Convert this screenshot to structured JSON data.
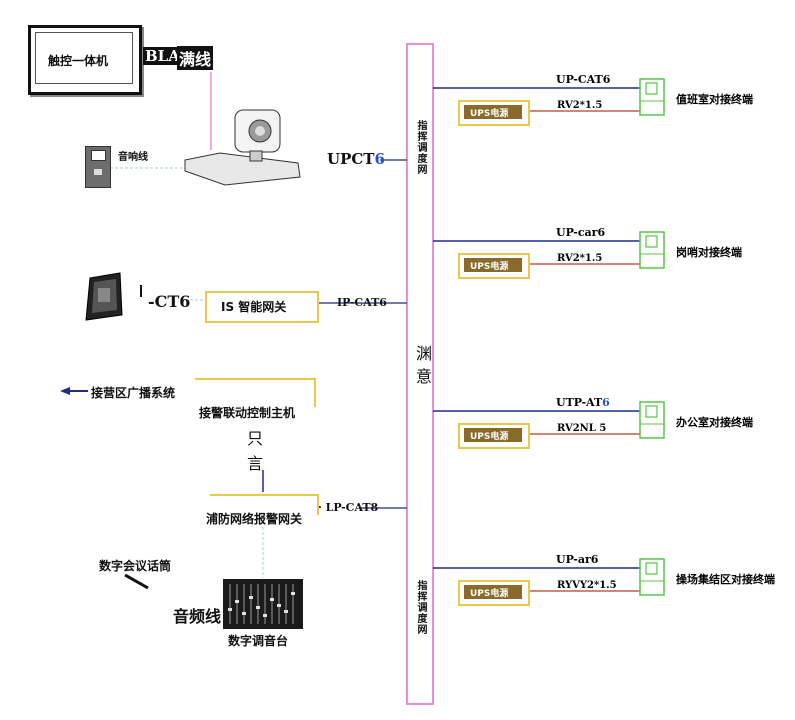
{
  "devices": {
    "touch_screen": "触控一体机",
    "hdmi_label_a": "BLA",
    "hdmi_label_b": "满线",
    "speaker_cable": "音响线",
    "camera_link": "UPCT",
    "camera_link_suffix": "6",
    "switch_prefix": "-CT6",
    "gateway": "IS  智能网关",
    "gateway_link": "IP-CAT6",
    "broadcast": "接营区广播系统",
    "alarm_host": "接警联动控制主机",
    "char_1": "只",
    "char_2": "言",
    "fire_gateway": "浦防网络报警网关",
    "fire_link": "· LP-CAT8",
    "mic": "数字会议话筒",
    "audio_line": "音频线",
    "mixer": "数字调音台"
  },
  "backbone": {
    "label_top": "指挥调度网",
    "label_mid": "渊   意",
    "label_bottom": "指挥调度网"
  },
  "branches": [
    {
      "cable_top": "UP-CAT6",
      "cable_top_suffix": "",
      "ups": "UPS电源",
      "cable_bottom": "RV2*1.5",
      "terminal": "值班室对接终端"
    },
    {
      "cable_top": "UP-car6",
      "cable_top_suffix": "",
      "ups": "UPS电源",
      "cable_bottom": "RV2*1.5",
      "terminal": "岗哨对接终端"
    },
    {
      "cable_top": "UTP-AT",
      "cable_top_suffix": "6",
      "ups": "UPS电源",
      "cable_bottom": "RV2NL 5",
      "terminal": "办公室对接终端"
    },
    {
      "cable_top": "UP-ar6",
      "cable_top_suffix": "",
      "ups": "UPS电源",
      "cable_bottom": "RYVY2*1.5",
      "terminal": "操场集结区对接终端"
    }
  ],
  "colors": {
    "backbone": "#e98fd6",
    "ups_border": "#e9c84a",
    "terminal": "#58c54a",
    "data_line": "#1f2a8a",
    "power_line": "#c0392b",
    "dashed": "#9ed9cc"
  }
}
